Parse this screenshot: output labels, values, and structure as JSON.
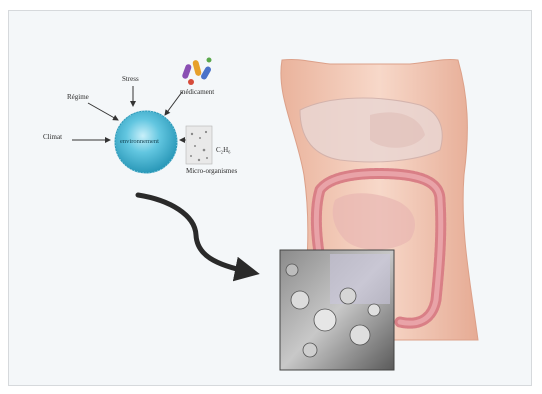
{
  "diagram": {
    "labels": {
      "stress": "Stress",
      "regime": "Régime",
      "medicament": "médicament",
      "climat": "Climat",
      "center": "environnement",
      "micro": "Micro-organismes",
      "formula": "C₂H₆"
    }
  },
  "colors": {
    "sphere": "#3fb6d2",
    "arrow": "#2a2a2a",
    "colon": "#d97f86",
    "skin": "#f3cbb9"
  }
}
